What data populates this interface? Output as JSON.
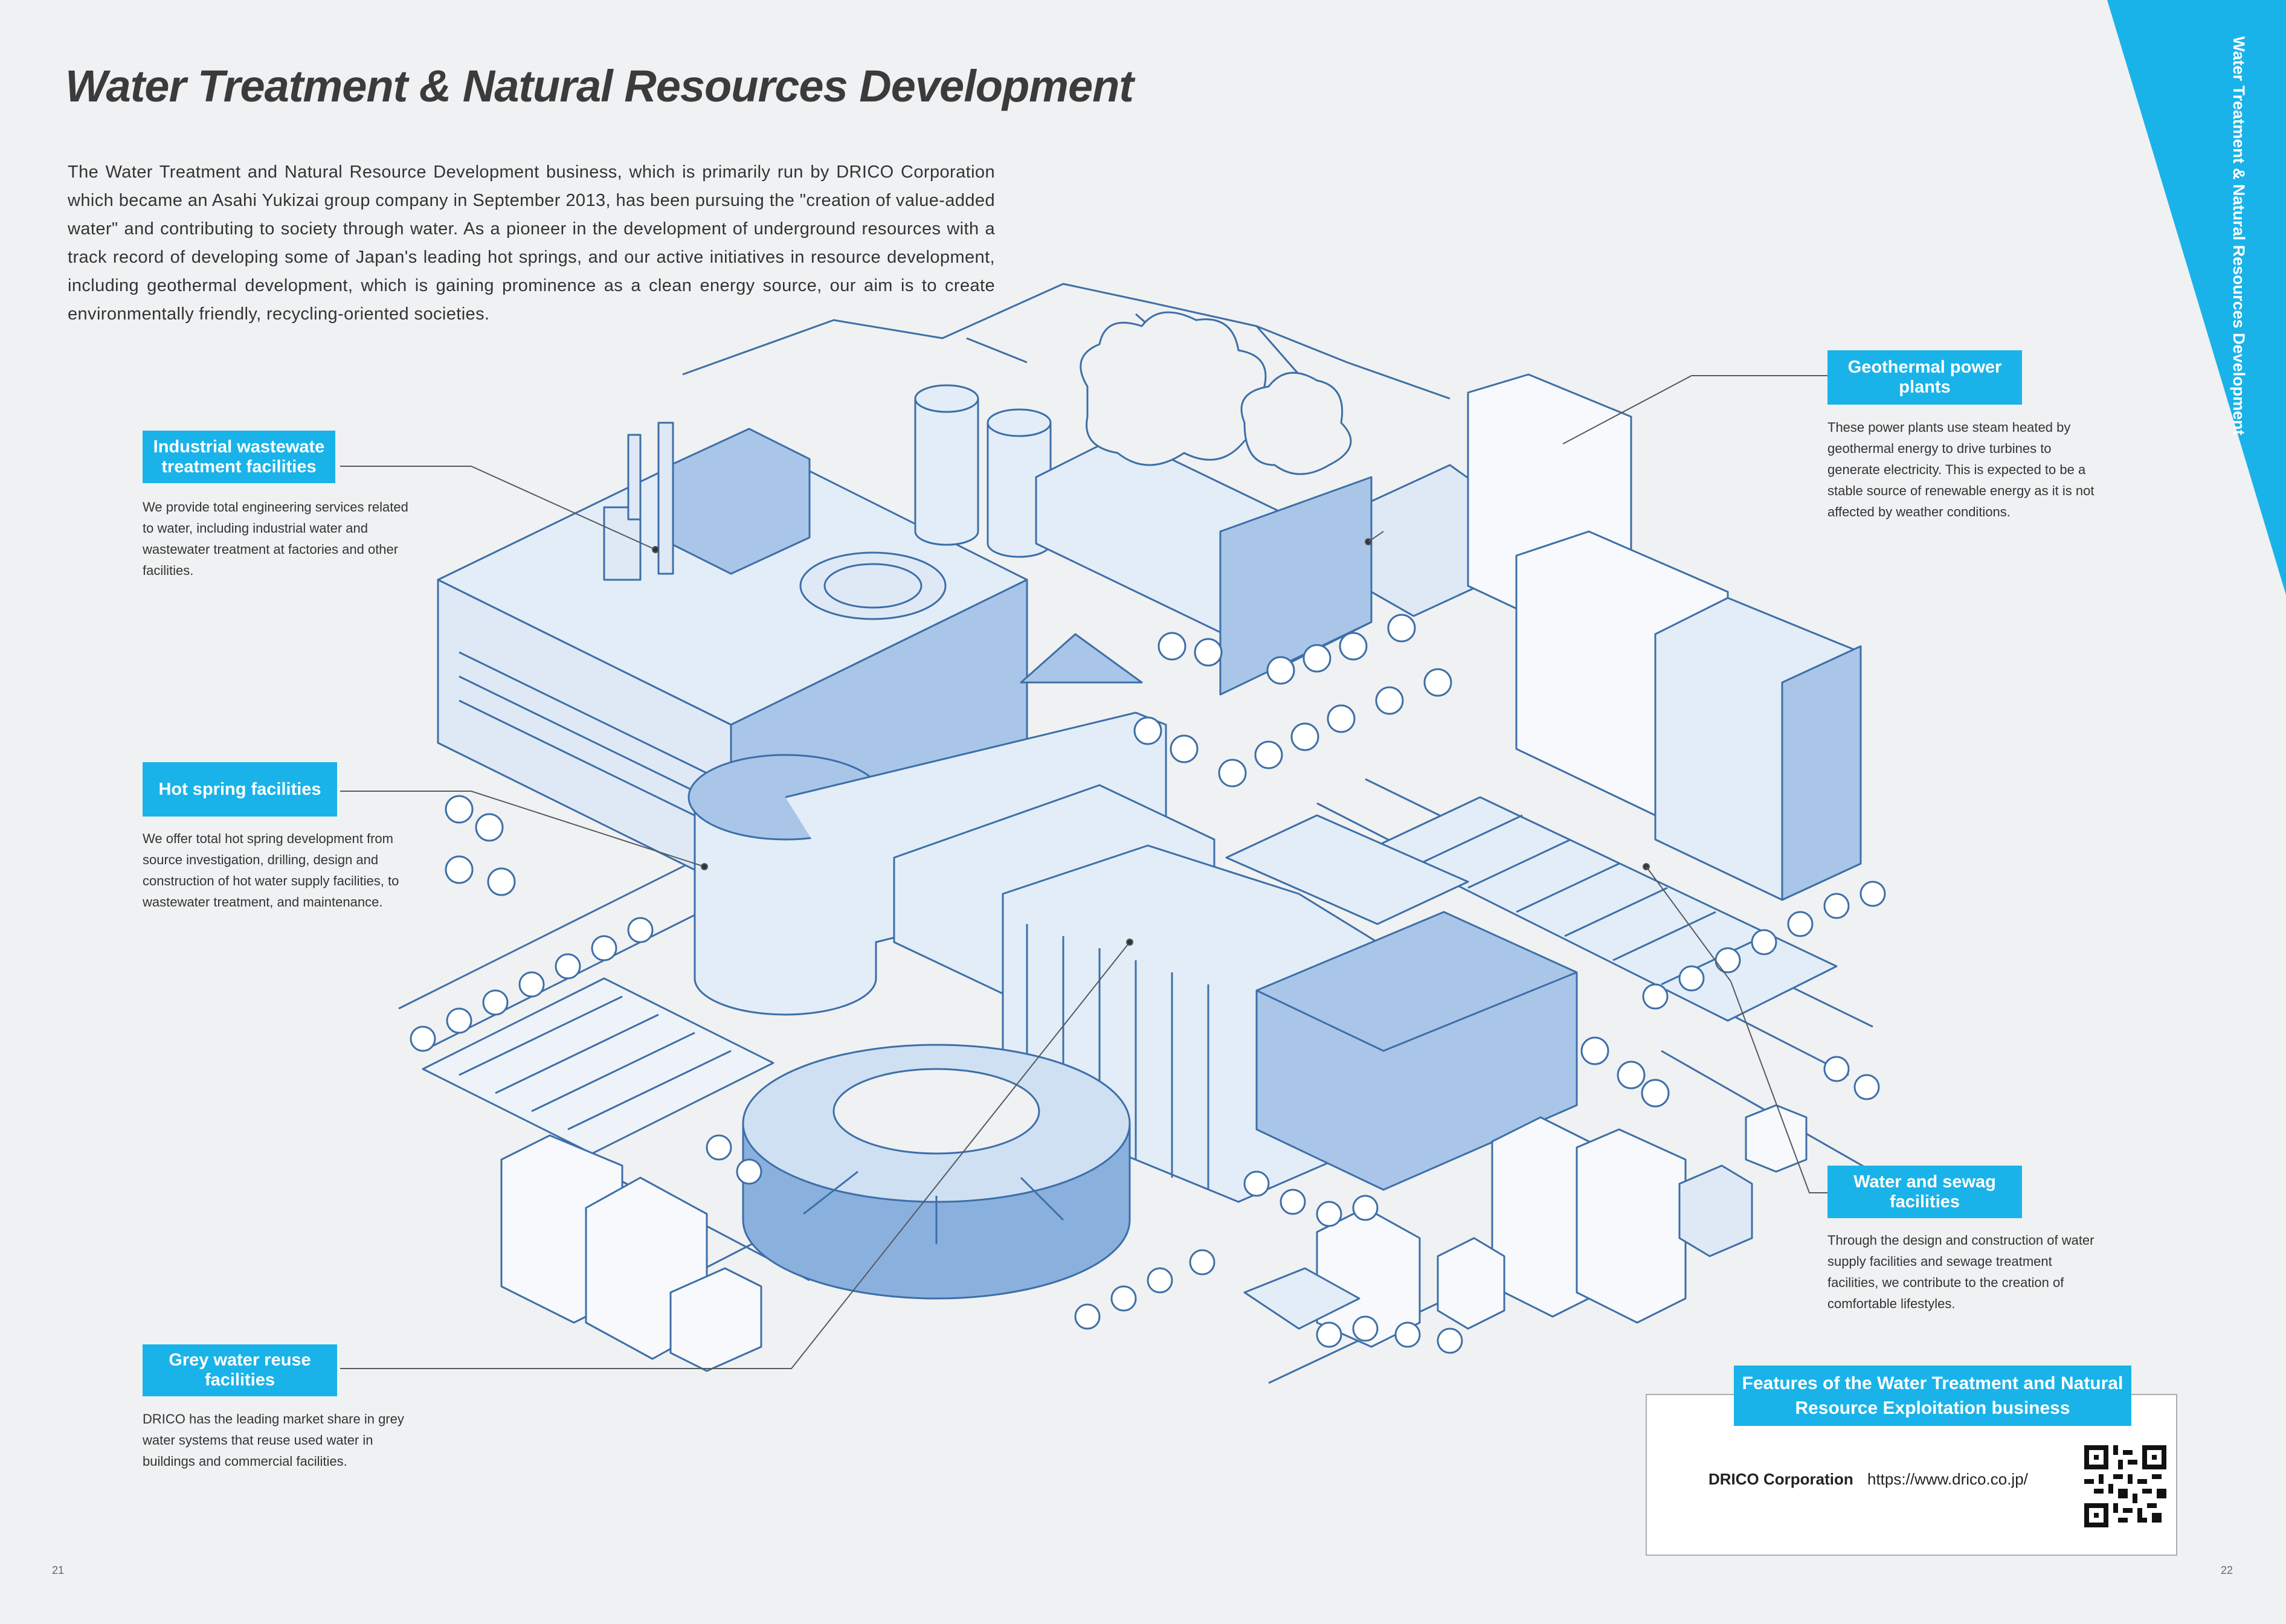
{
  "title": "Water Treatment & Natural Resources Development",
  "intro": "The Water Treatment and Natural Resource Development business, which is primarily run by DRICO Corporation which became an Asahi Yukizai group company in September 2013, has been pursuing the \"creation of value-added water\" and contributing to society through water. As a pioneer in the development of underground resources with a track record of developing some of Japan's leading hot springs, and our active initiatives in resource development, including geothermal development, which is gaining prominence as a clean energy source, our aim is to create environmentally friendly, recycling-oriented societies.",
  "corner_label": "Water Treatment & Natural Resources Development",
  "callouts": {
    "industrial": {
      "label": "Industrial wastewate treatment facilities",
      "text": "We provide total engineering services related to water, including industrial water and wastewater treatment at factories and other facilities."
    },
    "hot_spring": {
      "label": "Hot spring facilities",
      "text": "We offer total hot spring development from source investigation, drilling, design and construction of hot water supply facilities, to wastewater treatment, and maintenance."
    },
    "grey_water": {
      "label": "Grey water reuse facilities",
      "text": "DRICO has the leading market share in grey water systems that reuse used water in buildings and commercial facilities."
    },
    "geothermal": {
      "label": "Geothermal power plants",
      "text": "These power plants use steam heated by geothermal energy to drive turbines to generate electricity. This is expected to be a stable source of renewable energy as it is not affected by weather conditions."
    },
    "water_sewage": {
      "label": "Water and sewag facilities",
      "text": "Through the design and construction of water supply facilities and sewage treatment facilities, we contribute to the creation of comfortable lifestyles."
    }
  },
  "features": {
    "label": "Features of the Water Treatment and Natural Resource Exploitation business",
    "company": "DRICO Corporation",
    "url": "https://www.drico.co.jp/"
  },
  "page_left": "21",
  "page_right": "22",
  "colors": {
    "accent": "#1ab3e9",
    "line": "#3d6fa8",
    "fill_light": "#e3edf8",
    "fill_mid": "#a9c6e8",
    "background": "#f0f1f2"
  }
}
